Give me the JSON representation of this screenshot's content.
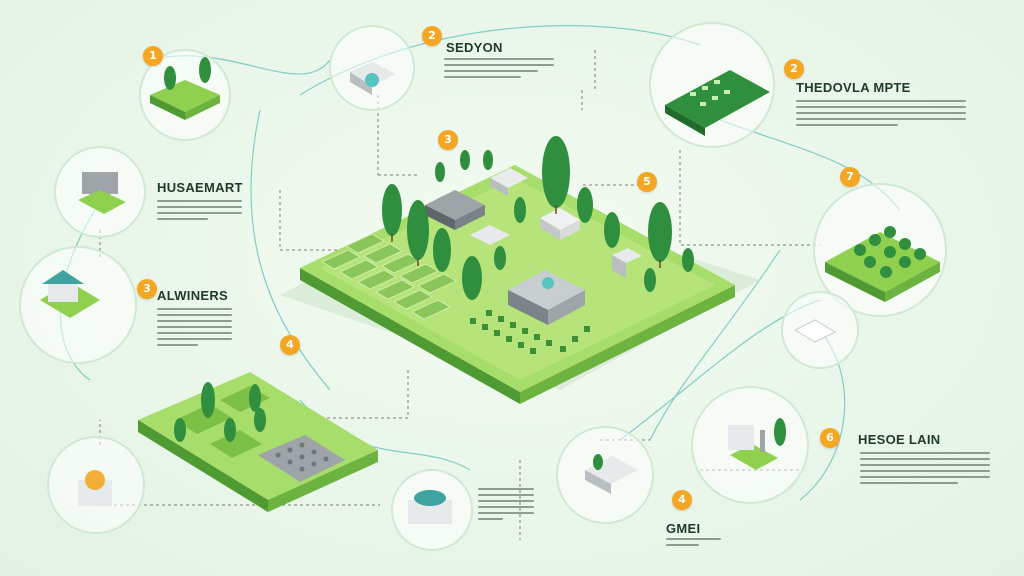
{
  "colors": {
    "badge": "#f5a623",
    "grass": "#8fd14f",
    "grass_dark": "#5fae3a",
    "tree": "#2f8f3e",
    "title_text": "#1f3a2a",
    "connector": "#6fc7c0"
  },
  "sections": [
    {
      "badge": "1",
      "title": ""
    },
    {
      "badge": "2",
      "title": "SEDYON"
    },
    {
      "badge": "2",
      "title": "THEDOVLA MPTE"
    },
    {
      "badge": "3",
      "title": ""
    },
    {
      "badge": "5",
      "title": ""
    },
    {
      "badge": "7",
      "title": ""
    },
    {
      "badge": "",
      "title": "HUSAEMART"
    },
    {
      "badge": "3",
      "title": "ALWINERS"
    },
    {
      "badge": "4",
      "title": ""
    },
    {
      "badge": "6",
      "title": "HESOE LAIN"
    },
    {
      "badge": "4",
      "title": "GMEI"
    }
  ]
}
